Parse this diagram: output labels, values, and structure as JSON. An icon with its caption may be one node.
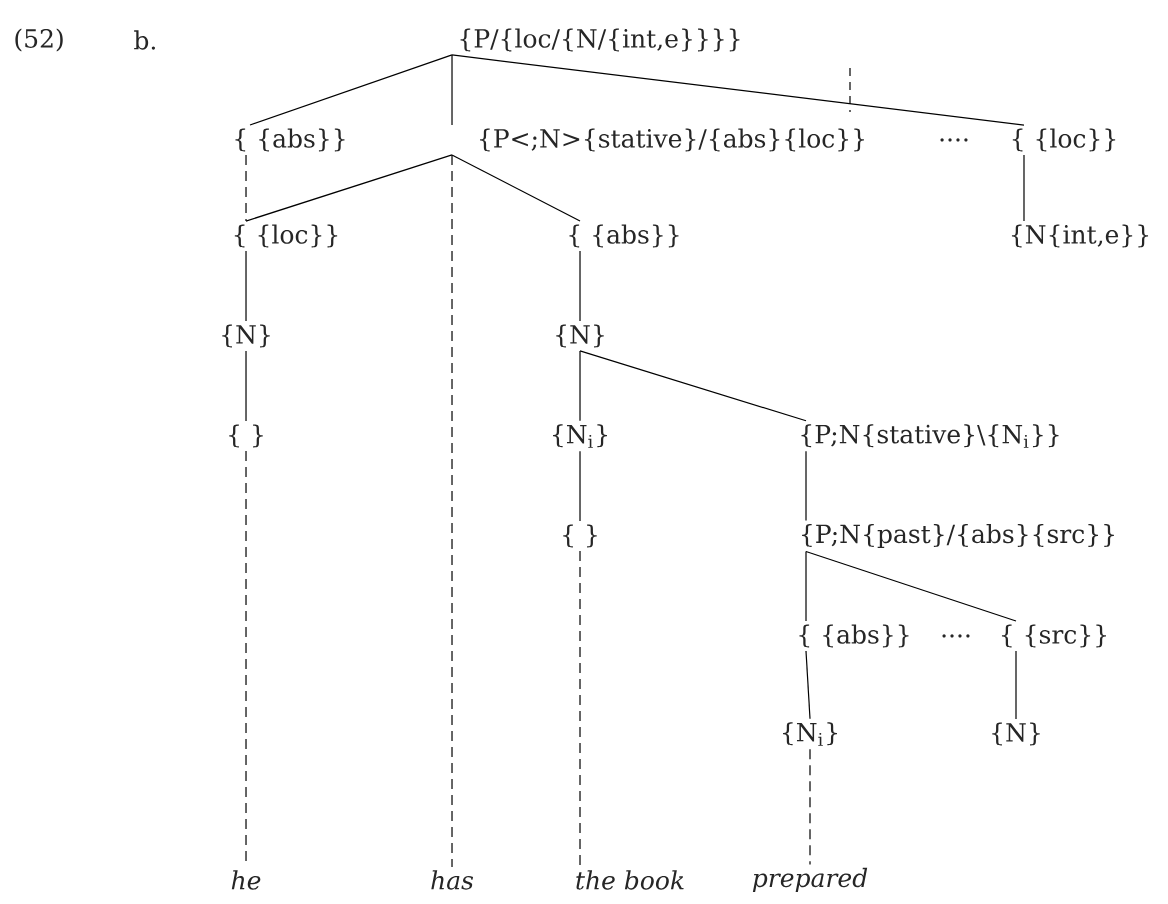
{
  "diagram": {
    "nodes": [
      {
        "text": [
          "{P/{loc/{N/{int,e}}}}"
        ]
      },
      {
        "text": [
          "{ {abs}}"
        ]
      },
      {
        "text": [
          "{P<;N>{stative}/{abs}{loc}}"
        ]
      },
      {
        "text": [
          "{ {loc}}"
        ]
      },
      {
        "text": [
          "{ {loc}}"
        ]
      },
      {
        "text": [
          "{ {abs}}"
        ]
      },
      {
        "text": [
          "{N{int,e}}"
        ]
      },
      {
        "text": [
          "{N}"
        ]
      },
      {
        "text": [
          "{N}"
        ]
      },
      {
        "text": [
          "{ }"
        ]
      },
      {
        "text": [
          "{N$_{i}$}"
        ]
      },
      {
        "text": [
          "{P;N{stative}\\{N$_{i}$}}"
        ]
      },
      {
        "text": [
          "{ }"
        ]
      },
      {
        "text": [
          "{P;N{past}/{abs}{src}}"
        ]
      },
      {
        "text": [
          "{ {abs}}"
        ]
      },
      {
        "text": [
          "{ {src}}"
        ]
      },
      {
        "text": [
          "{N$_{i}$}"
        ]
      },
      {
        "text": [
          "{N}"
        ]
      },
      {
        "text": [
          "he"
        ]
      },
      {
        "text": [
          "has"
        ]
      },
      {
        "text": [
          "the book"
        ]
      },
      {
        "text": [
          "prepared"
        ]
      }
    ],
    "edges": [
      {
        "from": 0,
        "to": 1,
        "arrow": "none"
      },
      {
        "from": 0,
        "to": 2,
        "arrow": "none"
      },
      {
        "from": 0,
        "to": 3,
        "arrow": "none"
      },
      {
        "from": 1,
        "to": 4,
        "arrow": "none",
        "style": "dashed"
      },
      {
        "from": 2,
        "to": 4,
        "arrow": "none"
      },
      {
        "from": 2,
        "to": 5,
        "arrow": "none"
      },
      {
        "from": 2,
        "to": 19,
        "arrow": "none",
        "style": "dashed"
      },
      {
        "from": 3,
        "to": 6,
        "arrow": "none"
      },
      {
        "from": 4,
        "to": 7,
        "arrow": "none"
      },
      {
        "from": 5,
        "to": 8,
        "arrow": "none"
      },
      {
        "from": 7,
        "to": 9,
        "arrow": "none"
      },
      {
        "from": 9,
        "to": 18,
        "arrow": "none",
        "style": "dashed"
      },
      {
        "from": 8,
        "to": 10,
        "arrow": "none"
      },
      {
        "from": 8,
        "to": 11,
        "arrow": "none"
      },
      {
        "from": 10,
        "to": 12,
        "arrow": "none"
      },
      {
        "from": 12,
        "to": 20,
        "arrow": "none",
        "style": "dashed"
      },
      {
        "from": 11,
        "to": 13,
        "arrow": "none"
      },
      {
        "from": 13,
        "to": 14,
        "arrow": "none"
      },
      {
        "from": 13,
        "to": 15,
        "arrow": "none"
      },
      {
        "from": 14,
        "to": 16,
        "arrow": "none"
      },
      {
        "from": 15,
        "to": 17,
        "arrow": "none"
      },
      {
        "from": 16,
        "to": 21,
        "arrow": "none",
        "style": "dashed"
      }
    ],
    "labels": [
      "(52)",
      "b.",
      "....",
      "...."
    ]
  }
}
